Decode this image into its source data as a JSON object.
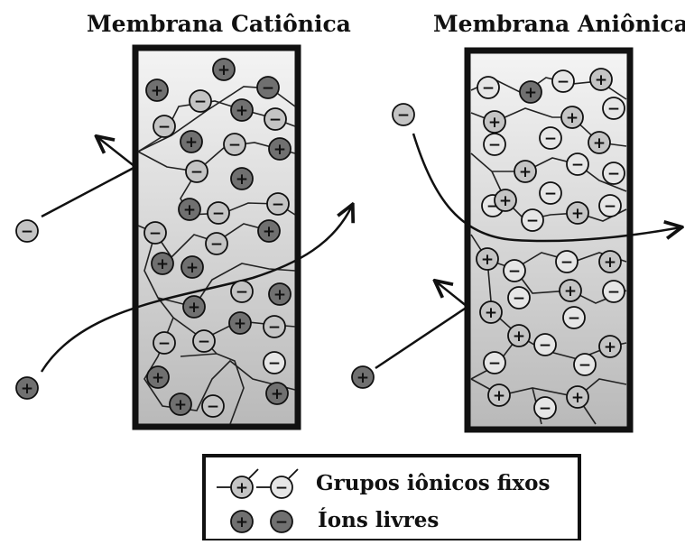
{
  "titles": {
    "cationic": "Membrana Catiônica",
    "anionic": "Membrana Aniônica"
  },
  "legend": {
    "fixed_groups": "Grupos iônicos fixos",
    "free_ions": "Íons livres"
  },
  "symbols": {
    "plus": "+",
    "minus": "−"
  },
  "colors": {
    "free_ion_fill": "#707070",
    "fixed_group_fill": "#c4c4c4",
    "free_ion_light_fill": "#9a9a9a",
    "outline": "#111111",
    "membrane_border": "#111111"
  }
}
